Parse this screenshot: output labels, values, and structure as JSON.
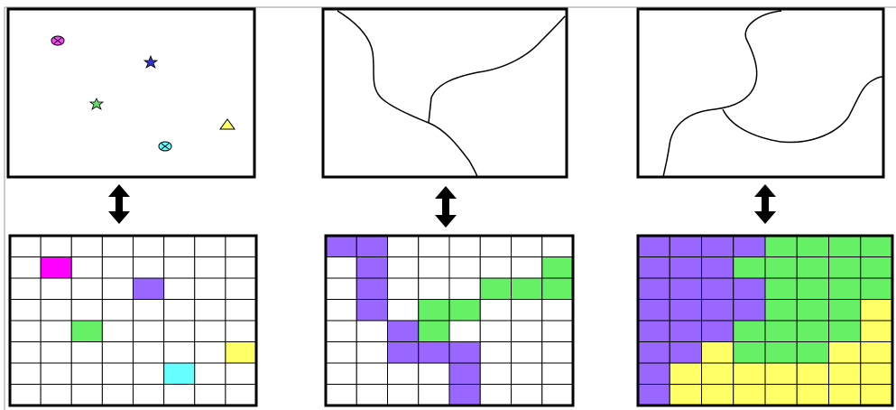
{
  "colors": {
    "purple": "#9966ff",
    "green": "#66f066",
    "yellow": "#ffff66",
    "magenta": "#ff00ff",
    "cyan": "#66ffff",
    "white": "#ffffff",
    "line": "#000000"
  },
  "panels": [
    {
      "id": "points",
      "vector": {
        "features": [
          {
            "type": "point",
            "icon": "circle-x-icon",
            "color": "#ff44ff",
            "name": "point-magenta"
          },
          {
            "type": "point",
            "icon": "star-icon",
            "color": "#3333cc",
            "name": "point-blue-star"
          },
          {
            "type": "point",
            "icon": "star-icon",
            "color": "#66dd66",
            "name": "point-green-star"
          },
          {
            "type": "point",
            "icon": "triangle-icon",
            "color": "#ffff66",
            "name": "point-yellow-triangle"
          },
          {
            "type": "point",
            "icon": "circle-x-icon",
            "color": "#66ffff",
            "name": "point-cyan"
          }
        ]
      },
      "raster": {
        "rows": 8,
        "cols": 8,
        "cells": [
          [
            "W",
            "W",
            "W",
            "W",
            "W",
            "W",
            "W",
            "W"
          ],
          [
            "W",
            "M",
            "W",
            "W",
            "W",
            "W",
            "W",
            "W"
          ],
          [
            "W",
            "W",
            "W",
            "W",
            "P",
            "W",
            "W",
            "W"
          ],
          [
            "W",
            "W",
            "W",
            "W",
            "W",
            "W",
            "W",
            "W"
          ],
          [
            "W",
            "W",
            "G",
            "W",
            "W",
            "W",
            "W",
            "W"
          ],
          [
            "W",
            "W",
            "W",
            "W",
            "W",
            "W",
            "W",
            "Y"
          ],
          [
            "W",
            "W",
            "W",
            "W",
            "W",
            "C",
            "W",
            "W"
          ],
          [
            "W",
            "W",
            "W",
            "W",
            "W",
            "W",
            "W",
            "W"
          ]
        ]
      }
    },
    {
      "id": "lines",
      "vector": {
        "features": [
          {
            "type": "line",
            "name": "line-feature"
          }
        ]
      },
      "raster": {
        "rows": 8,
        "cols": 8,
        "cells": [
          [
            "P",
            "P",
            "W",
            "W",
            "W",
            "W",
            "W",
            "W"
          ],
          [
            "W",
            "P",
            "W",
            "W",
            "W",
            "W",
            "W",
            "G"
          ],
          [
            "W",
            "P",
            "W",
            "W",
            "W",
            "G",
            "G",
            "G"
          ],
          [
            "W",
            "P",
            "W",
            "G",
            "G",
            "W",
            "W",
            "W"
          ],
          [
            "W",
            "W",
            "P",
            "G",
            "W",
            "W",
            "W",
            "W"
          ],
          [
            "W",
            "W",
            "P",
            "P",
            "P",
            "W",
            "W",
            "W"
          ],
          [
            "W",
            "W",
            "W",
            "W",
            "P",
            "W",
            "W",
            "W"
          ],
          [
            "W",
            "W",
            "W",
            "W",
            "P",
            "W",
            "W",
            "W"
          ]
        ]
      }
    },
    {
      "id": "polygons",
      "vector": {
        "features": [
          {
            "type": "polygon-boundary",
            "name": "polygon-boundary"
          }
        ]
      },
      "raster": {
        "rows": 8,
        "cols": 8,
        "cells": [
          [
            "P",
            "P",
            "P",
            "P",
            "G",
            "G",
            "G",
            "G"
          ],
          [
            "P",
            "P",
            "P",
            "G",
            "G",
            "G",
            "G",
            "G"
          ],
          [
            "P",
            "P",
            "P",
            "P",
            "G",
            "G",
            "G",
            "G"
          ],
          [
            "P",
            "P",
            "P",
            "P",
            "G",
            "G",
            "G",
            "Y"
          ],
          [
            "P",
            "P",
            "P",
            "G",
            "G",
            "G",
            "G",
            "Y"
          ],
          [
            "P",
            "P",
            "Y",
            "G",
            "G",
            "G",
            "Y",
            "Y"
          ],
          [
            "P",
            "Y",
            "Y",
            "Y",
            "Y",
            "Y",
            "Y",
            "Y"
          ],
          [
            "P",
            "Y",
            "Y",
            "Y",
            "Y",
            "Y",
            "Y",
            "Y"
          ]
        ]
      }
    }
  ]
}
